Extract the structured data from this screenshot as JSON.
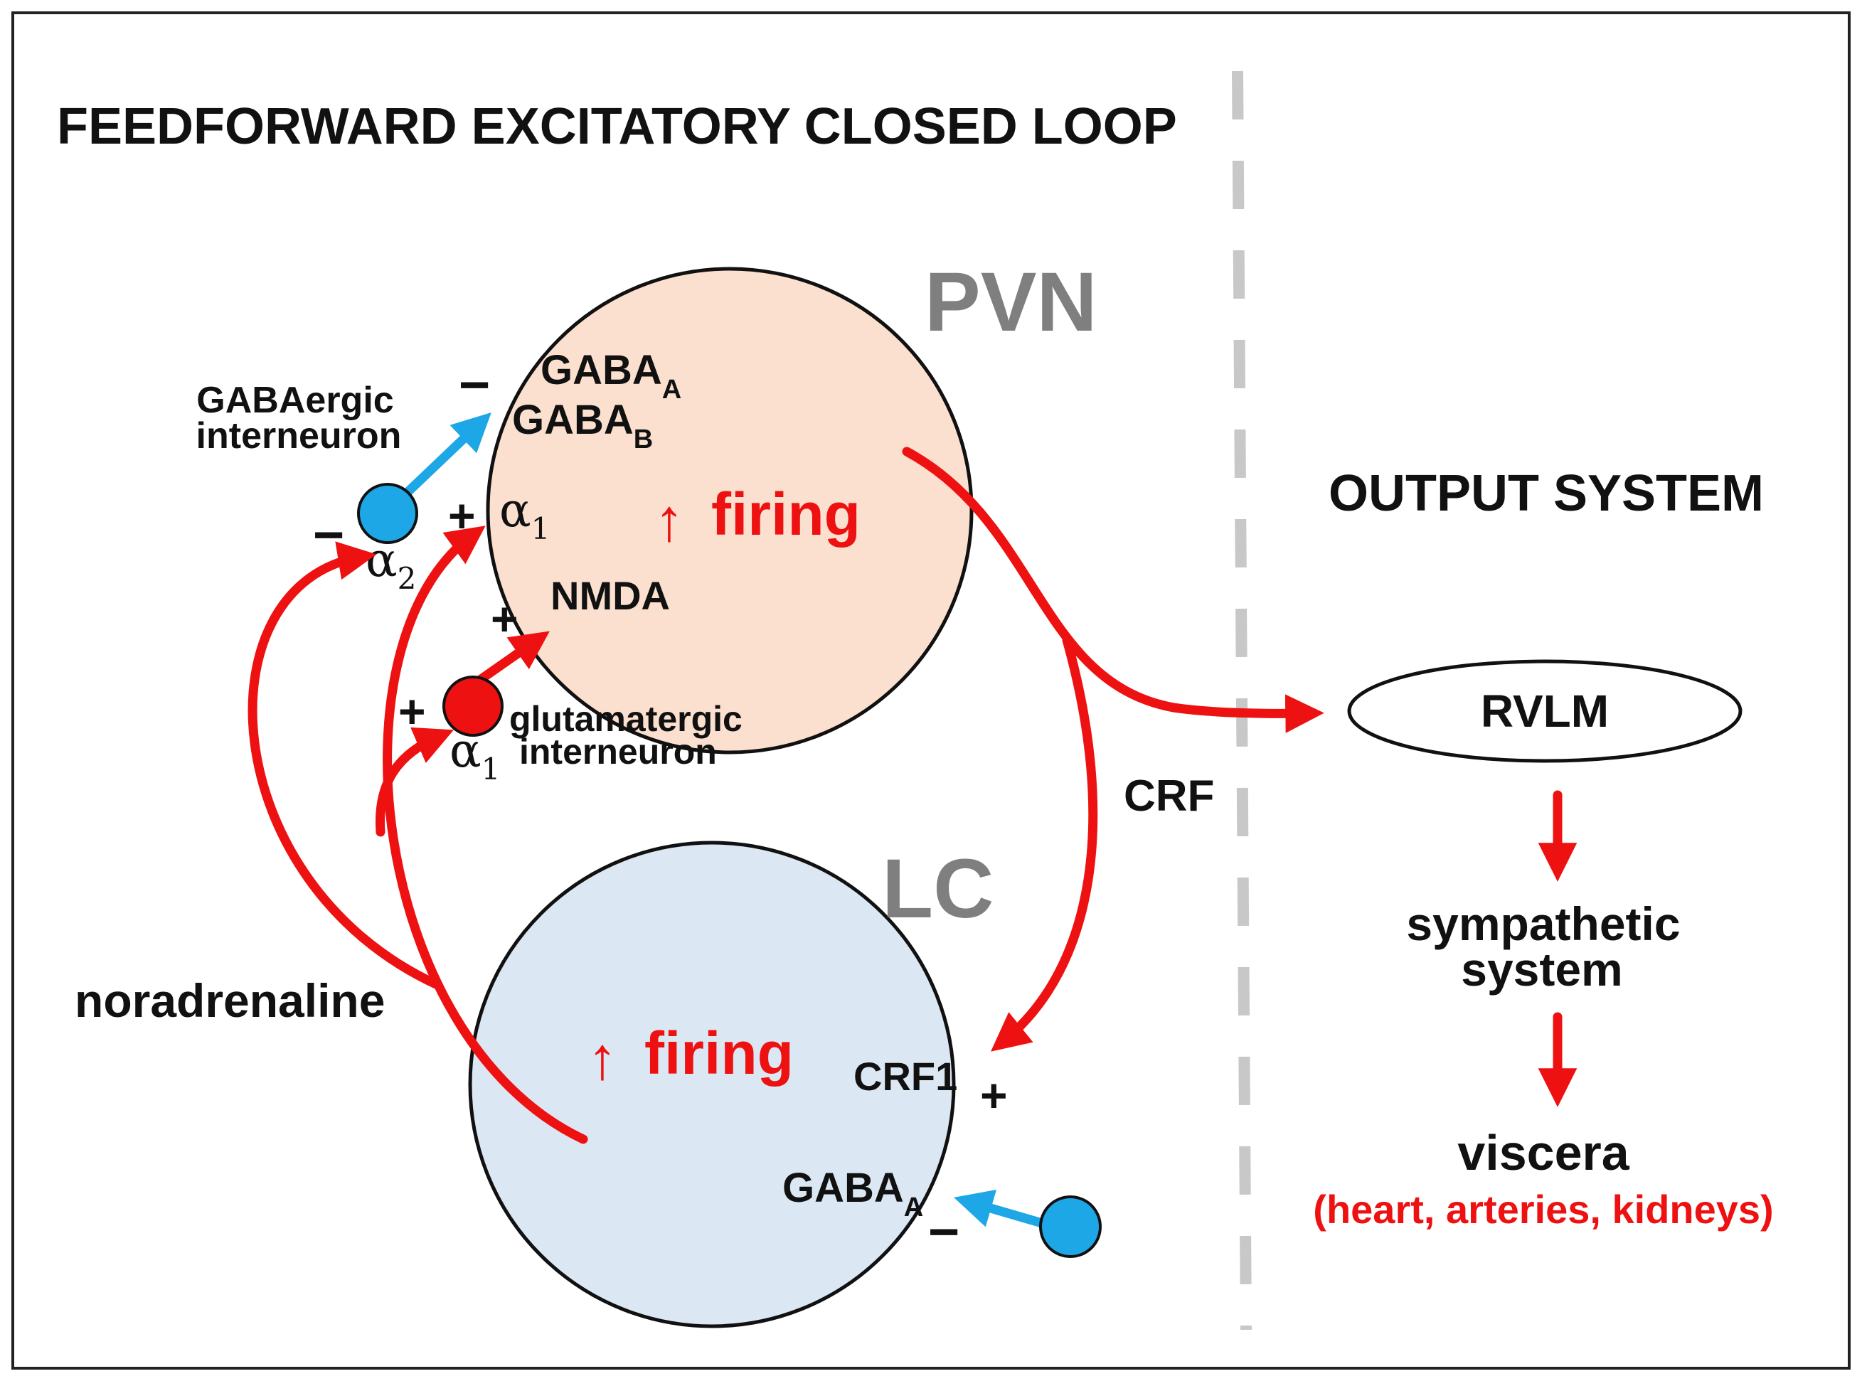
{
  "title": "FEEDFORWARD EXCITATORY CLOSED LOOP",
  "output_title": "OUTPUT SYSTEM",
  "colors": {
    "excitatory": "#ee1111",
    "inhibitory": "#1ea7e6",
    "pvn_fill": "#fbe0cf",
    "lc_fill": "#dce7f4",
    "region_label": "#7f7f7f",
    "divider": "#c8c8c8"
  },
  "pvn": {
    "label": "PVN",
    "firing_arrow": "↑",
    "firing_text": "firing",
    "receptors": {
      "gaba_a": {
        "base": "GABA",
        "sub": "A"
      },
      "gaba_b": {
        "base": "GABA",
        "sub": "B"
      },
      "alpha1": {
        "base": "α",
        "sub": "1"
      },
      "nmda": "NMDA"
    }
  },
  "lc": {
    "label": "LC",
    "firing_arrow": "↑",
    "firing_text": "firing",
    "receptors": {
      "crf1": "CRF1",
      "gaba_a": {
        "base": "GABA",
        "sub": "A"
      }
    }
  },
  "interneurons": {
    "gabaergic_line1": "GABAergic",
    "gabaergic_line2": "interneuron",
    "glutamatergic_line1": "glutamatergic",
    "glutamatergic_line2": "interneuron"
  },
  "interneuron_receptors": {
    "alpha2": {
      "base": "α",
      "sub": "2"
    },
    "alpha1": {
      "base": "α",
      "sub": "1"
    }
  },
  "signs": {
    "plus": "+",
    "minus": "−"
  },
  "labels": {
    "noradrenaline": "noradrenaline",
    "crf": "CRF"
  },
  "output_chain": {
    "rvlm": "RVLM",
    "sympathetic_line1": "sympathetic",
    "sympathetic_line2": "system",
    "viscera": "viscera",
    "viscera_detail": "(heart, arteries, kidneys)"
  }
}
